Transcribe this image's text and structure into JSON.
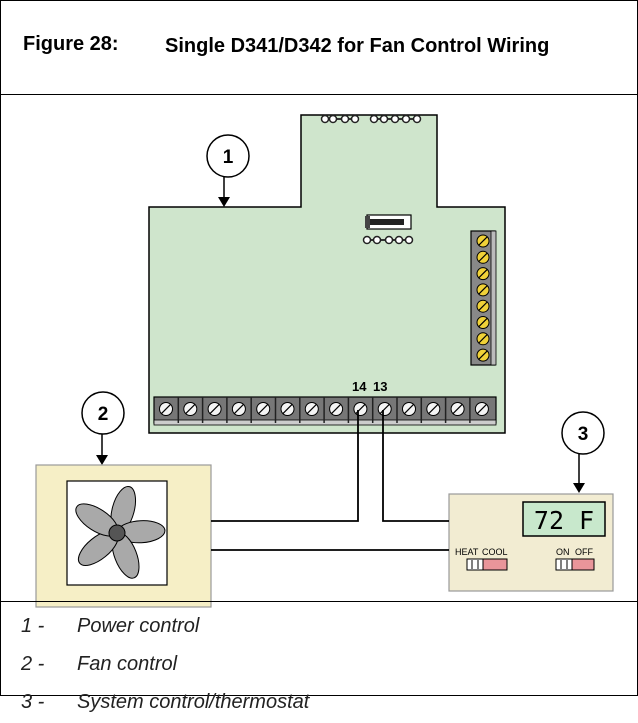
{
  "figure": {
    "number": "Figure 28:",
    "title": "Single D341/D342 for Fan Control Wiring"
  },
  "callouts": [
    "1",
    "2",
    "3"
  ],
  "terminals": {
    "left": "14",
    "right": "13"
  },
  "thermostat": {
    "display": "72 F",
    "switch1_left": "HEAT",
    "switch1_right": "COOL",
    "switch2_left": "ON",
    "switch2_right": "OFF"
  },
  "legend": [
    {
      "num": "1 -",
      "text": "Power control"
    },
    {
      "num": "2 -",
      "text": "Fan control"
    },
    {
      "num": "3 -",
      "text": "System control/thermostat"
    }
  ],
  "colors": {
    "board": "#cfe5cc",
    "terminal_screw": "#f0d238",
    "fan_box": "#f6efc6",
    "thermostat_body": "#f2ecd2",
    "lcd": "#c8e8cc",
    "switch": "#e9959a",
    "fan_blade": "#a9a9a9"
  }
}
